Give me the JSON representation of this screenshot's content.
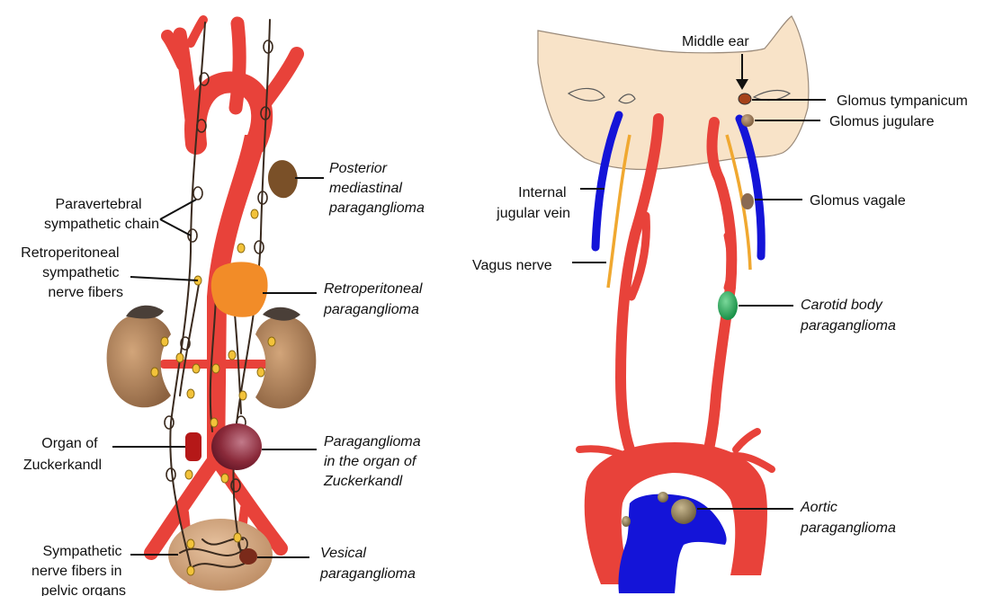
{
  "left_panel": {
    "labels": {
      "paravertebral_l1": "Paravertebral",
      "paravertebral_l2": "sympathetic chain",
      "retro_fibers_l1": "Retroperitoneal",
      "retro_fibers_l2": "sympathetic",
      "retro_fibers_l3": "nerve fibers",
      "organ_l1": "Organ of",
      "organ_l2": "Zuckerkandl",
      "pelvic_l1": "Sympathetic",
      "pelvic_l2": "nerve fibers in",
      "pelvic_l3": "pelvic organs",
      "posterior_l1": "Posterior",
      "posterior_l2": "mediastinal",
      "posterior_l3": "paraganglioma",
      "retro_pgl_l1": "Retroperitoneal",
      "retro_pgl_l2": "paraganglioma",
      "zk_pgl_l1": "Paraganglioma",
      "zk_pgl_l2": "in the organ of",
      "zk_pgl_l3": "Zuckerkandl",
      "vesical_l1": "Vesical",
      "vesical_l2": "paraganglioma"
    }
  },
  "right_panel": {
    "labels": {
      "middle_ear": "Middle ear",
      "glomus_tympanicum": "Glomus tympanicum",
      "glomus_jugulare": "Glomus jugulare",
      "glomus_vagale": "Glomus vagale",
      "internal_jugular_l1": "Internal",
      "internal_jugular_l2": "jugular vein",
      "vagus_nerve": "Vagus nerve",
      "carotid_l1": "Carotid body",
      "carotid_l2": "paraganglioma",
      "aortic_l1": "Aortic",
      "aortic_l2": "paraganglioma"
    }
  },
  "colors": {
    "artery": "#e8423a",
    "vein": "#1414d8",
    "nerve_sympathetic": "#3a2a1e",
    "vagus_nerve": "#f0a830",
    "skull_base": "#f8e3c8",
    "posterior_tumor": "#7a5028",
    "retroperitoneal_tumor": "#f28c28",
    "zuckerkandl_tumor": "#8a2a3a",
    "carotid_tumor": "#1ea050",
    "kidney": "#b08258"
  }
}
